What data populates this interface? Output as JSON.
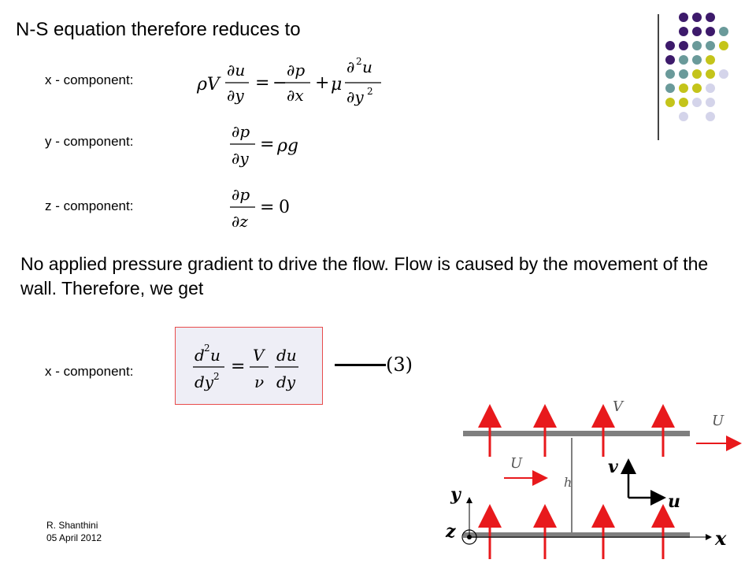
{
  "title": "N-S equation therefore reduces to",
  "components": {
    "x_label": "x - component:",
    "y_label": "y - component:",
    "z_label": "z - component:"
  },
  "equations": {
    "x": {
      "lhs": "ρV ∂u/∂y",
      "rhs": "−∂p/∂x + μ ∂²u/∂y²"
    },
    "y": {
      "lhs": "∂p/∂y",
      "rhs": "ρg"
    },
    "z": {
      "lhs": "∂p/∂z",
      "rhs": "0"
    },
    "reduced": {
      "lhs": "d²u/dy²",
      "rhs": "V/ν du/dy"
    }
  },
  "paragraph": "No applied pressure gradient to drive the flow. Flow is caused by the movement of the wall. Therefore, we get",
  "reduced_label": "x - component:",
  "equation_number": "(3)",
  "diagram": {
    "V": "V",
    "U_top": "U",
    "U_mid": "U",
    "h": "h",
    "v": "v",
    "u": "u",
    "y": "y",
    "z": "z",
    "x": "x"
  },
  "footer": {
    "author": "R. Shanthini",
    "date": "05 April 2012"
  },
  "colors": {
    "purple": "#3d1a6b",
    "teal": "#6a9a9a",
    "olive": "#c4c41a",
    "lavender": "#d4d4ea",
    "arrow_red": "#e8191c",
    "plate_gray": "#7f7f7f"
  }
}
